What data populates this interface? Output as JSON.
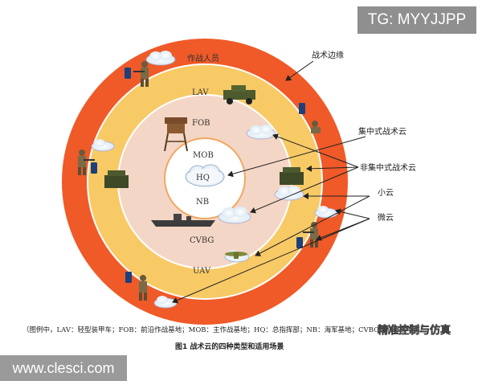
{
  "watermark_top": "TG: MYYJJPP",
  "watermark_bottom": "www.clesci.com",
  "brand": "精准控制与仿真",
  "rings": {
    "outer": "作战人员",
    "lav": "LAV",
    "fob": "FOB",
    "mob": "MOB",
    "hq": "HQ",
    "nb": "NB",
    "cvbg": "CVBG",
    "uav": "UAV"
  },
  "annotations": {
    "edge": "战术边缘",
    "centralized": "集中式战术云",
    "decentralized": "非集中式战术云",
    "small": "小云",
    "micro": "微云"
  },
  "caption": {
    "legend": "（图例中，LAV：轻型装甲车；FOB：前沿作战基地；MOB：主作战基地；HQ：总指挥部；NB：海军基地；CVBG：航母战斗群）",
    "title": "图1   战术云的四种类型和适用场景"
  },
  "colors": {
    "outer_ring": "#ef5a28",
    "lav_ring": "#f8ca66",
    "fob_ring": "#f4d6c6",
    "center": "#ffffff"
  }
}
